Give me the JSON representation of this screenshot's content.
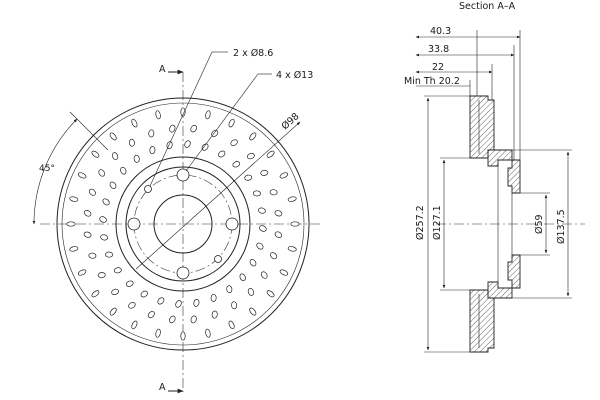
{
  "front_view": {
    "section_marker_top": "A",
    "section_marker_bottom": "A",
    "angle_label": "45°",
    "bolt_circle_label": "Ø98",
    "callout_small_holes": "2 x Ø8.6",
    "callout_large_holes": "4 x Ø13"
  },
  "section_view": {
    "title": "Section A–A",
    "dim_overall_width": "40.3",
    "dim_hat_width": "33.8",
    "dim_rotor_width": "22",
    "dim_min_thickness": "Min Th 20.2",
    "dim_outer_diameter": "Ø257.2",
    "dim_hat_diameter": "Ø127.1",
    "dim_center_bore": "Ø59",
    "dim_hub_diameter": "Ø137.5"
  }
}
